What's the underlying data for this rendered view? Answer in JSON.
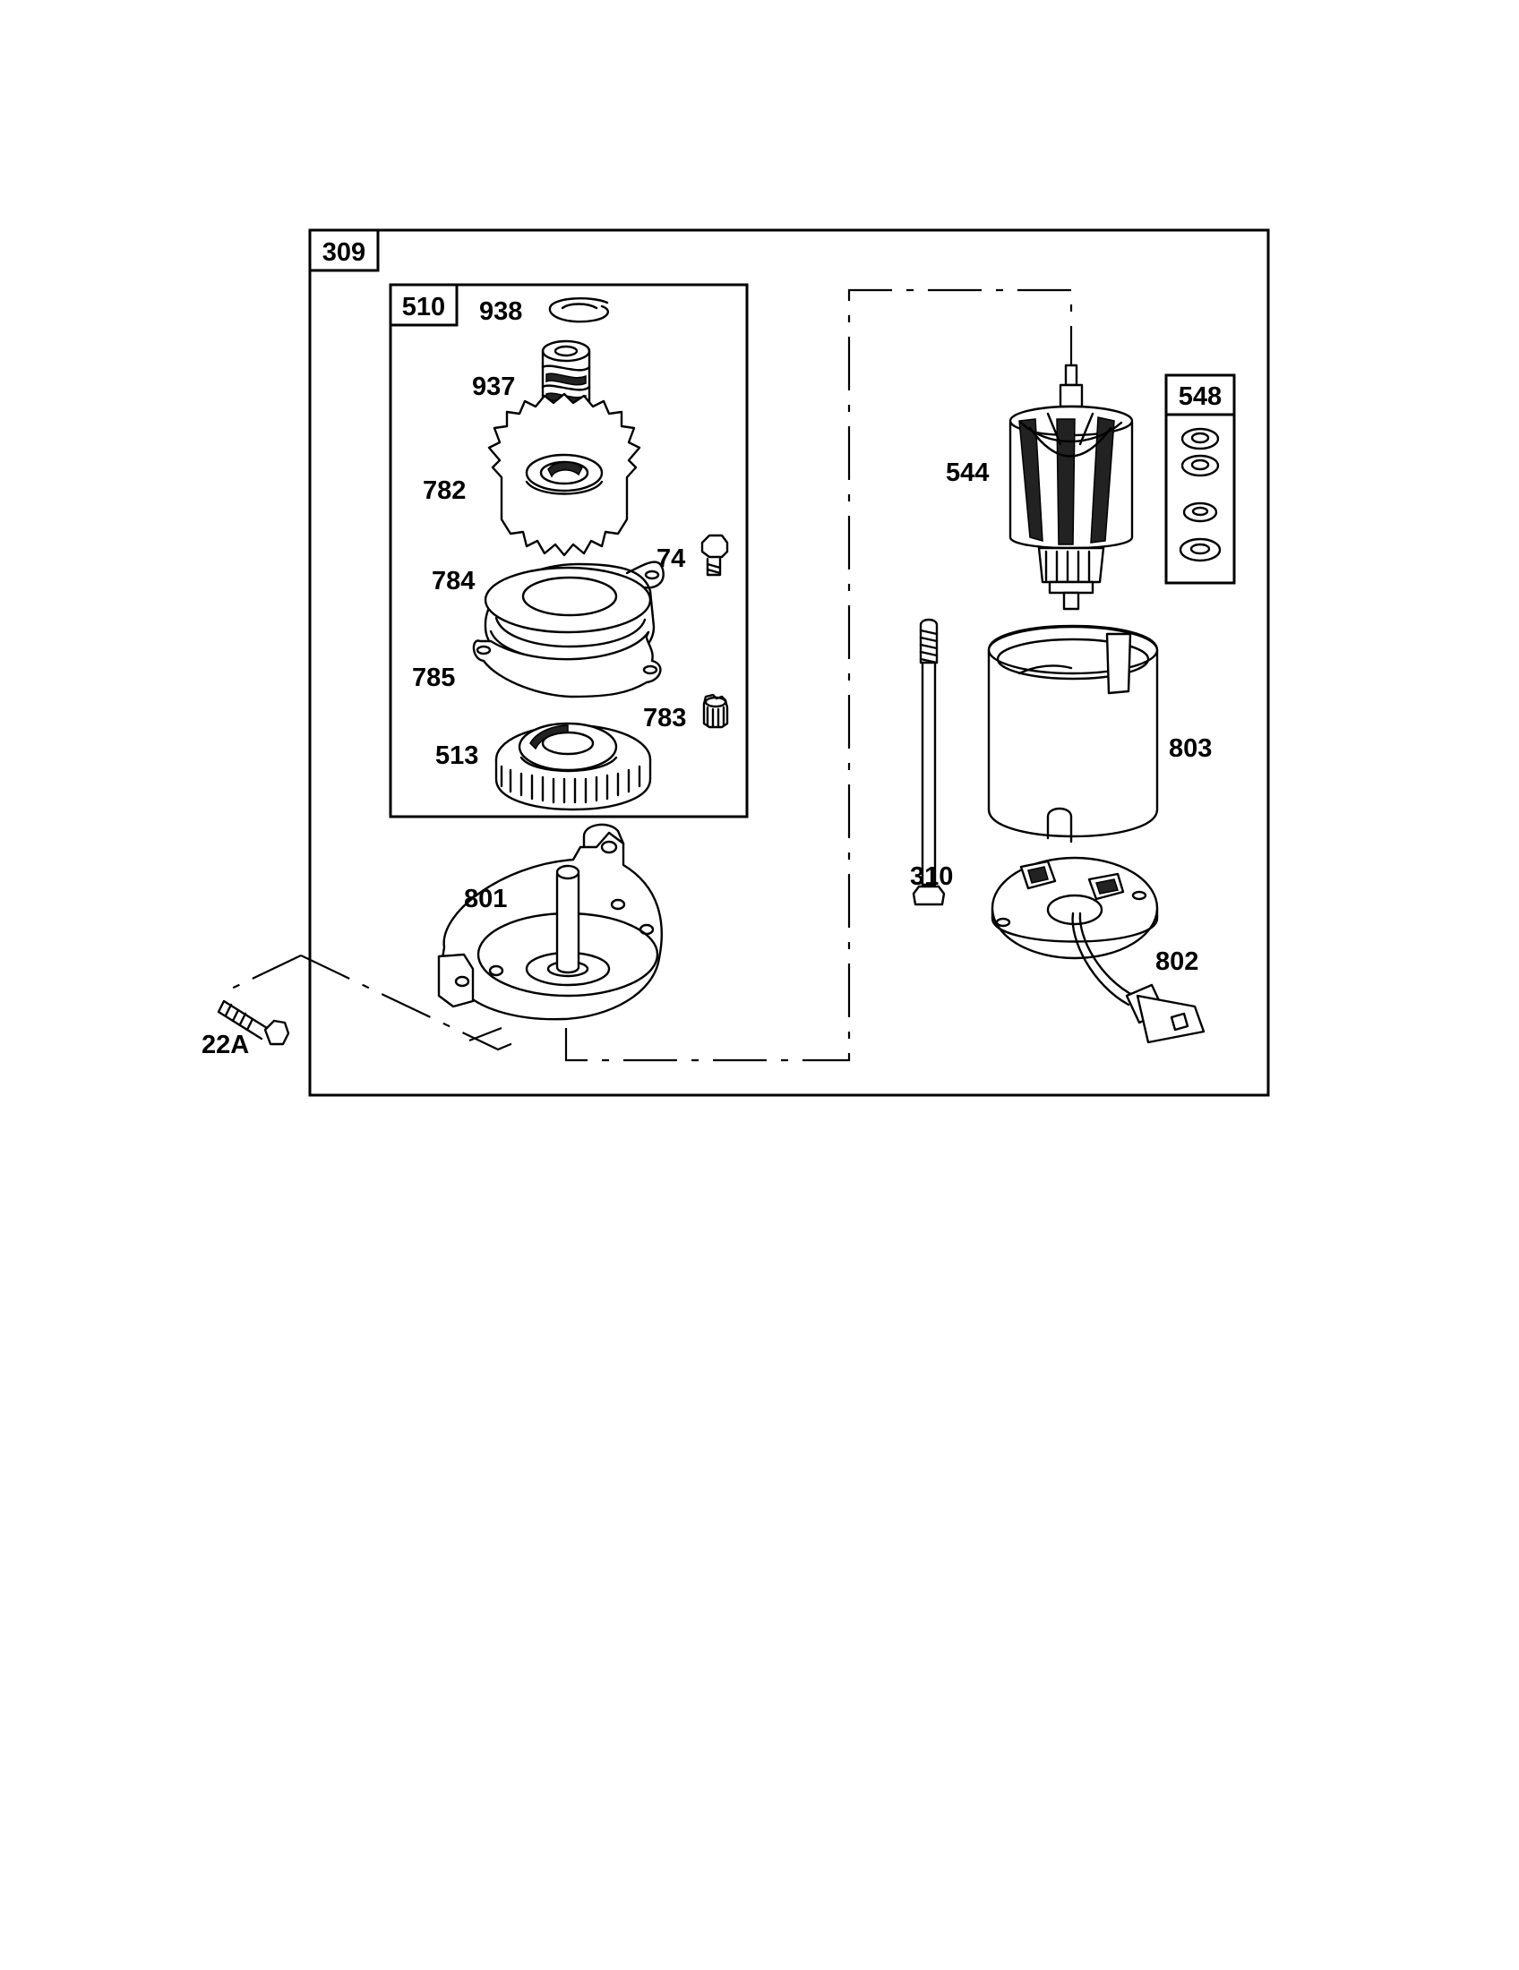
{
  "assembly_boxes": {
    "main": "309",
    "drive_kit": "510",
    "washer_kit": "548"
  },
  "part_labels": {
    "p938": "938",
    "p937": "937",
    "p782": "782",
    "p74": "74",
    "p784": "784",
    "p785": "785",
    "p783": "783",
    "p513": "513",
    "p801": "801",
    "p22A": "22A",
    "p544": "544",
    "p803": "803",
    "p310": "310",
    "p802": "802"
  }
}
